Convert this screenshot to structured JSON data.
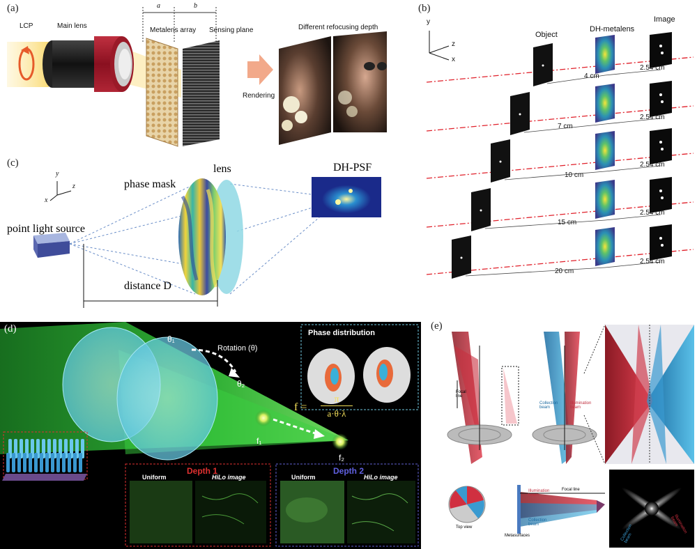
{
  "panel_a": {
    "label": "(a)",
    "lcp": "LCP",
    "main_lens": "Main lens",
    "dim_a": "a",
    "dim_b": "b",
    "metalens_array": "Metalens array",
    "sensing_plane": "Sensing plane",
    "rendering": "Rendering",
    "refocus": "Different refocusing depth"
  },
  "panel_b": {
    "label": "(b)",
    "axis_y": "y",
    "axis_z": "z",
    "axis_x": "x",
    "object": "Object",
    "dh_metalens": "DH-metalens",
    "image": "Image",
    "distances": [
      "4 cm",
      "7 cm",
      "10 cm",
      "15 cm",
      "20 cm"
    ],
    "image_distance": "2.54 cm"
  },
  "panel_c": {
    "label": "(c)",
    "axis_y": "y",
    "axis_z": "z",
    "axis_x": "x",
    "phase_mask": "phase mask",
    "lens": "lens",
    "dh_psf": "DH-PSF",
    "point_source": "point light source",
    "distance": "distance D"
  },
  "panel_d": {
    "label": "(d)",
    "theta1": "θ₁",
    "theta2": "θ₂",
    "rotation": "Rotation (θ)",
    "phase_distribution": "Phase distribution",
    "formula_f": "f =",
    "formula_num": "π",
    "formula_den": "a·θ·λ",
    "f1": "f₁",
    "f2": "f₂",
    "depth1": "Depth 1",
    "depth2": "Depth 2",
    "uniform": "Uniform",
    "hilo": "HiLo image"
  },
  "panel_e": {
    "label": "(e)",
    "focal_line": "Focal line",
    "collection_beam": "Collection beam",
    "illumination_beam": "Illumination beam",
    "top_view": "Top view",
    "metasurfaces": "Metasurfaces",
    "focal_line2": "Focal line",
    "illum_beam2": "Illumination beam",
    "coll_beam2": "Collection beam",
    "coll_beam3": "Collection beam",
    "illum_beam3": "Illumination beam"
  }
}
